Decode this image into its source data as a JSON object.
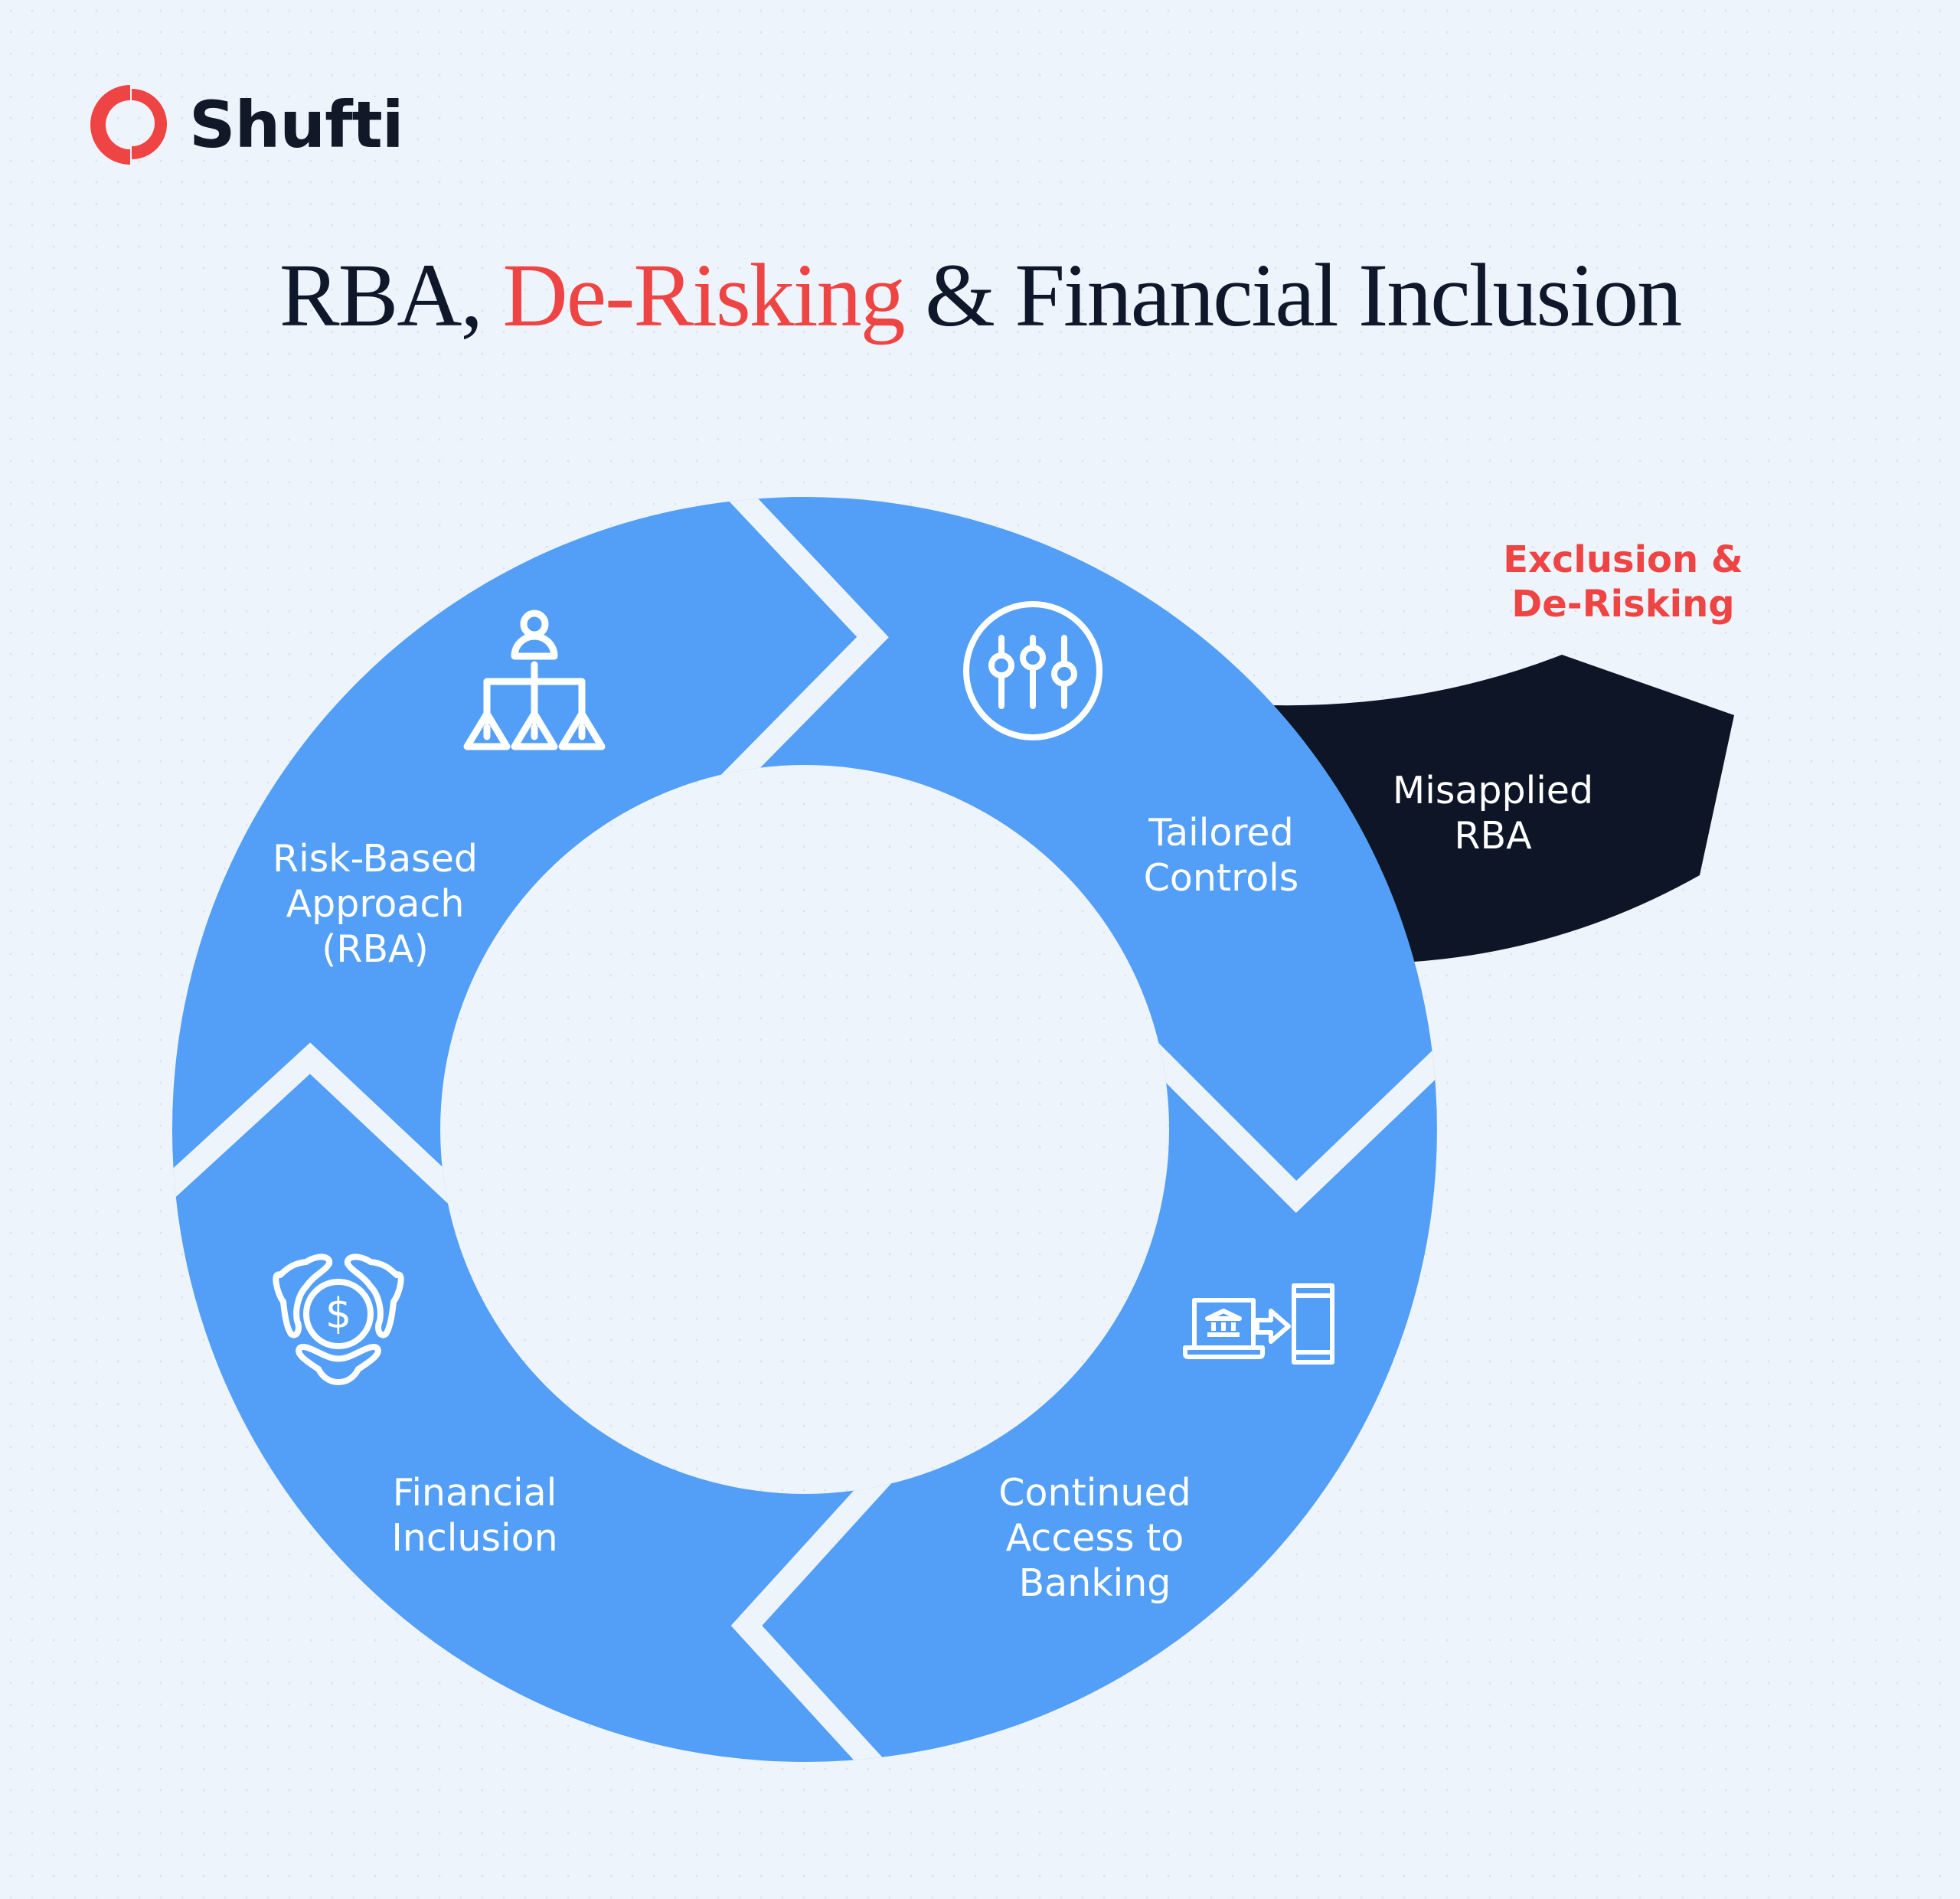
{
  "brand": {
    "name": "Shufti",
    "logo_icon": "shufti-ring-logo",
    "color": "#ef4444"
  },
  "title": {
    "part1": "RBA, ",
    "accent": "De-Risking",
    "part2": " & Financial Inclusion"
  },
  "colors": {
    "background": "#eef4fb",
    "ring": "#539ff7",
    "dark": "#0d1526",
    "accent": "#ef4444",
    "text_dark": "#0f172a"
  },
  "cycle": {
    "steps": [
      {
        "label": "Risk-Based\nApproach\n(RBA)",
        "icon": "hierarchy-warning-icon"
      },
      {
        "label": "Tailored\nControls",
        "icon": "sliders-icon"
      },
      {
        "label": "Continued\nAccess to\nBanking",
        "icon": "bank-to-mobile-icon"
      },
      {
        "label": "Financial\nInclusion",
        "icon": "hands-dollar-icon"
      }
    ]
  },
  "branch": {
    "label": "Misapplied\nRBA",
    "outcome": "Exclusion &\nDe-Risking"
  }
}
